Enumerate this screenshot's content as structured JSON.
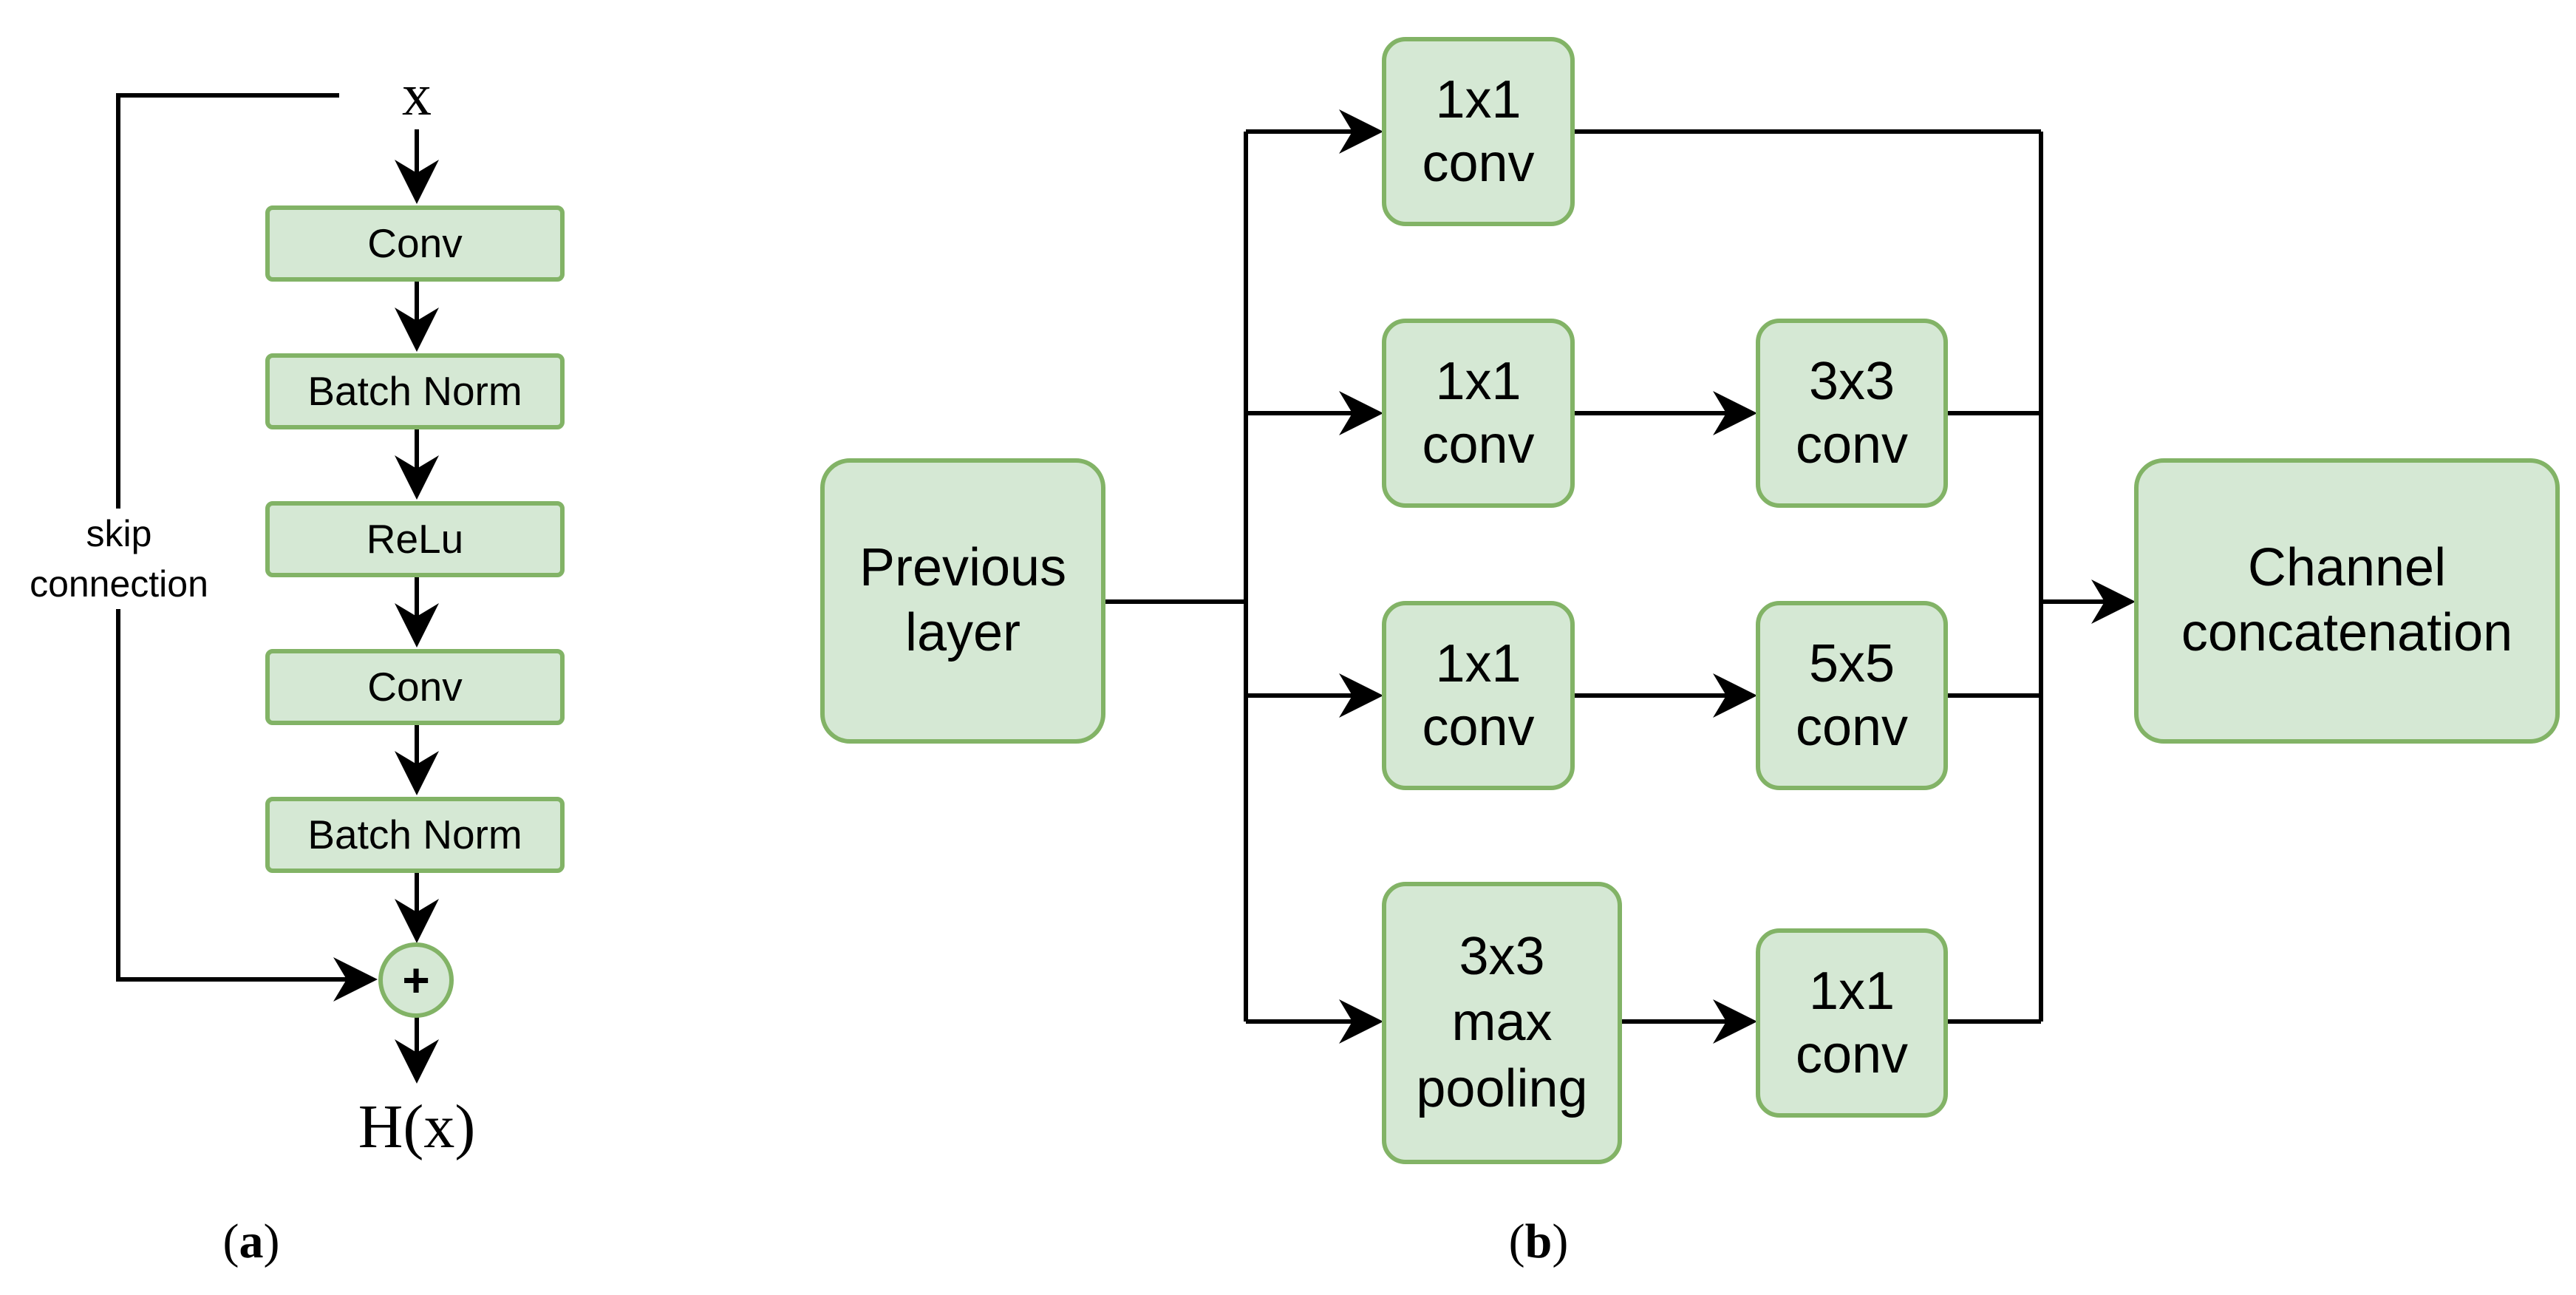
{
  "panel_a": {
    "input_label": "x",
    "output_label": "H(x)",
    "skip_label": "skip\nconnection",
    "add_symbol": "+",
    "blocks": [
      "Conv",
      "Batch Norm",
      "ReLu",
      "Conv",
      "Batch Norm"
    ],
    "caption": "a"
  },
  "panel_b": {
    "previous_layer": "Previous\nlayer",
    "concat": "Channel\nconcatenation",
    "branch1_a": "1x1\nconv",
    "branch2_a": "1x1\nconv",
    "branch2_b": "3x3\nconv",
    "branch3_a": "1x1\nconv",
    "branch3_b": "5x5\nconv",
    "branch4_a": "3x3\nmax\npooling",
    "branch4_b": "1x1\nconv",
    "caption": "b"
  },
  "colors": {
    "node_fill": "#d5e8d4",
    "node_stroke": "#82b366",
    "line": "#000000"
  }
}
